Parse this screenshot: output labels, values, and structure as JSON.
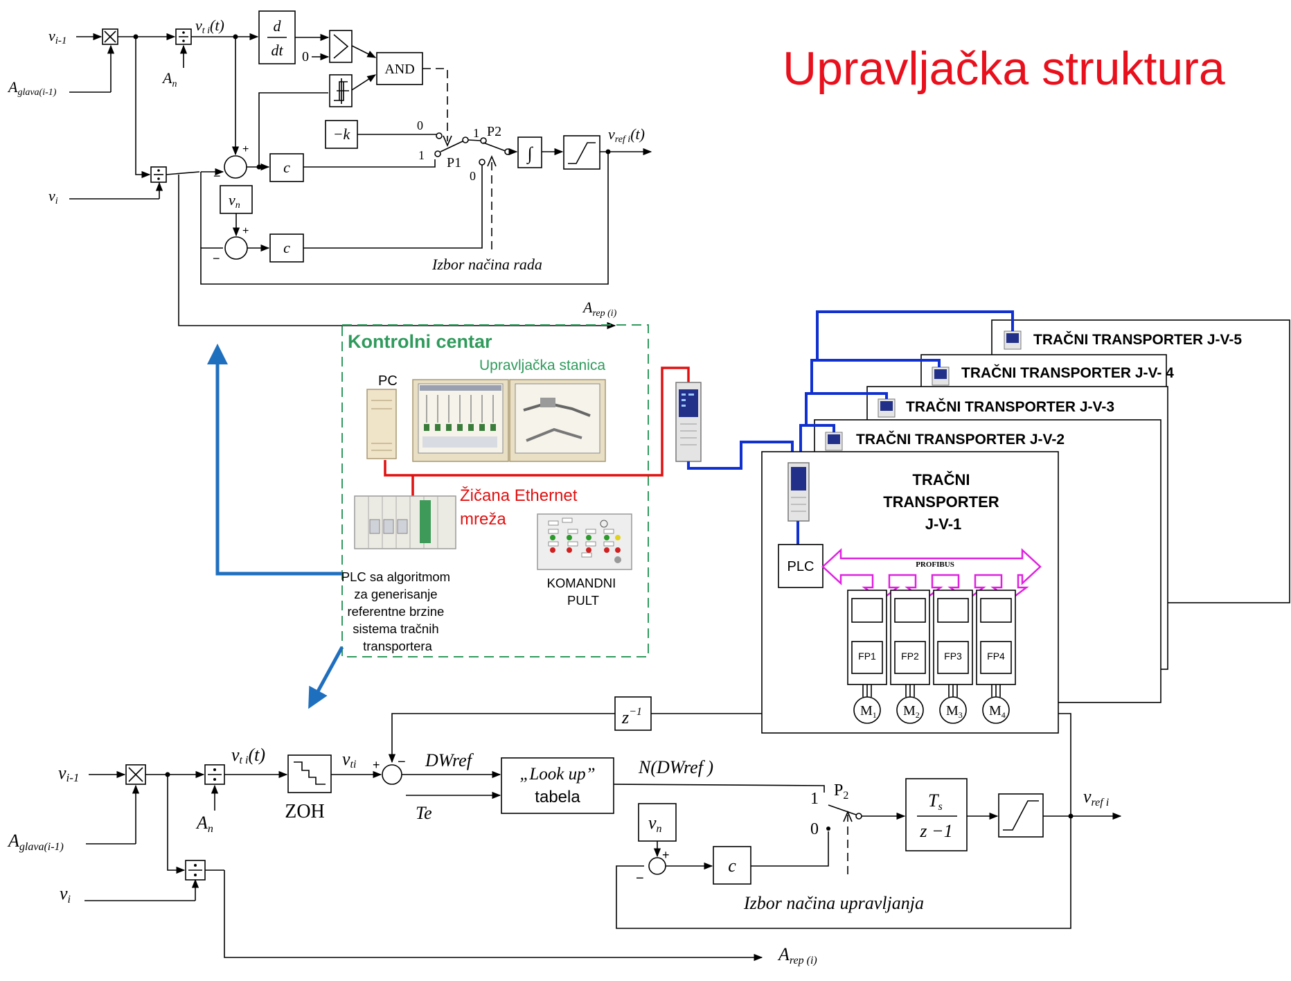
{
  "title": "Upravljačka struktura",
  "top_diagram": {
    "v_prev": "v",
    "v_prev_sub": "i-1",
    "a_glava": "A",
    "a_glava_sub": "glava(i-1)",
    "a_n": "A",
    "a_n_sub": "n",
    "v_ti": "v",
    "v_ti_sub": "t i",
    "v_ti_suffix": "(t)",
    "v_i": "v",
    "v_i_sub": "i",
    "deriv_num": "d",
    "deriv_den": "dt",
    "zero": "0",
    "one": "1",
    "and_label": "AND",
    "neg_k": "−k",
    "c": "c",
    "v_n": "v",
    "v_n_sub": "n",
    "p1": "P1",
    "p2": "P2",
    "integral": "∫",
    "v_ref": "v",
    "v_ref_sub": "ref i",
    "v_ref_suffix": "(t)",
    "plus": "+",
    "minus": "−",
    "mode_select": "Izbor načina rada",
    "a_rep": "A",
    "a_rep_sub": "rep (i)"
  },
  "control_center": {
    "title": "Kontrolni centar",
    "station": "Upravljačka stanica",
    "pc": "PC",
    "network_line1": "Žičana Ethernet",
    "network_line2": "mreža",
    "plc_desc": [
      "PLC sa algoritmom",
      "za generisanje",
      "referentne brzine",
      "sistema tračnih",
      "transportera"
    ],
    "panel_line1": "KOMANDNI",
    "panel_line2": "PULT"
  },
  "conveyors": {
    "stack": [
      "TRAČNI TRANSPORTER J-V-5",
      "TRAČNI TRANSPORTER J-V- 4",
      "TRAČNI TRANSPORTER J-V-3",
      "TRAČNI TRANSPORTER J-V-2"
    ],
    "main_title": [
      "TRAČNI",
      "TRANSPORTER",
      "J-V-1"
    ],
    "plc": "PLC",
    "bus": "PROFIBUS",
    "drives": [
      "FP1",
      "FP2",
      "FP3",
      "FP4"
    ],
    "motors": [
      "M",
      "M",
      "M",
      "M"
    ],
    "motor_subs": [
      "1",
      "2",
      "3",
      "4"
    ]
  },
  "bottom_diagram": {
    "v_prev": "v",
    "v_prev_sub": "i-1",
    "a_glava": "A",
    "a_glava_sub": "glava(i-1)",
    "a_n": "A",
    "a_n_sub": "n",
    "v_ti": "v",
    "v_ti_sub": "t i",
    "v_ti_suffix": "(t)",
    "v_ti2": "v",
    "v_ti2_sub": "ti",
    "v_i": "v",
    "v_i_sub": "i",
    "zoh": "ZOH",
    "z_inv": "z",
    "z_inv_exp": "−1",
    "dwref": "DWref",
    "te": "Te",
    "lookup_line1": "„Look up”",
    "lookup_line2": "tabela",
    "n_dwref": "N(DWref )",
    "p2": "P",
    "p2_sub": "2",
    "one": "1",
    "zero": "0",
    "ts": "T",
    "ts_sub": "s",
    "z_minus_1": "z −1",
    "v_ref": "v",
    "v_ref_sub": "ref i",
    "v_n": "v",
    "v_n_sub": "n",
    "c": "c",
    "plus": "+",
    "minus": "−",
    "mode_select": "Izbor načina upravljanja",
    "a_rep": "A",
    "a_rep_sub": "rep (i)"
  },
  "colors": {
    "title": "#e8101c",
    "center_title": "#2f9a5c",
    "network": "#e01010",
    "bus_blue": "#1030d0",
    "arrow_blue": "#1f6fbf",
    "profibus": "#e020e0"
  }
}
